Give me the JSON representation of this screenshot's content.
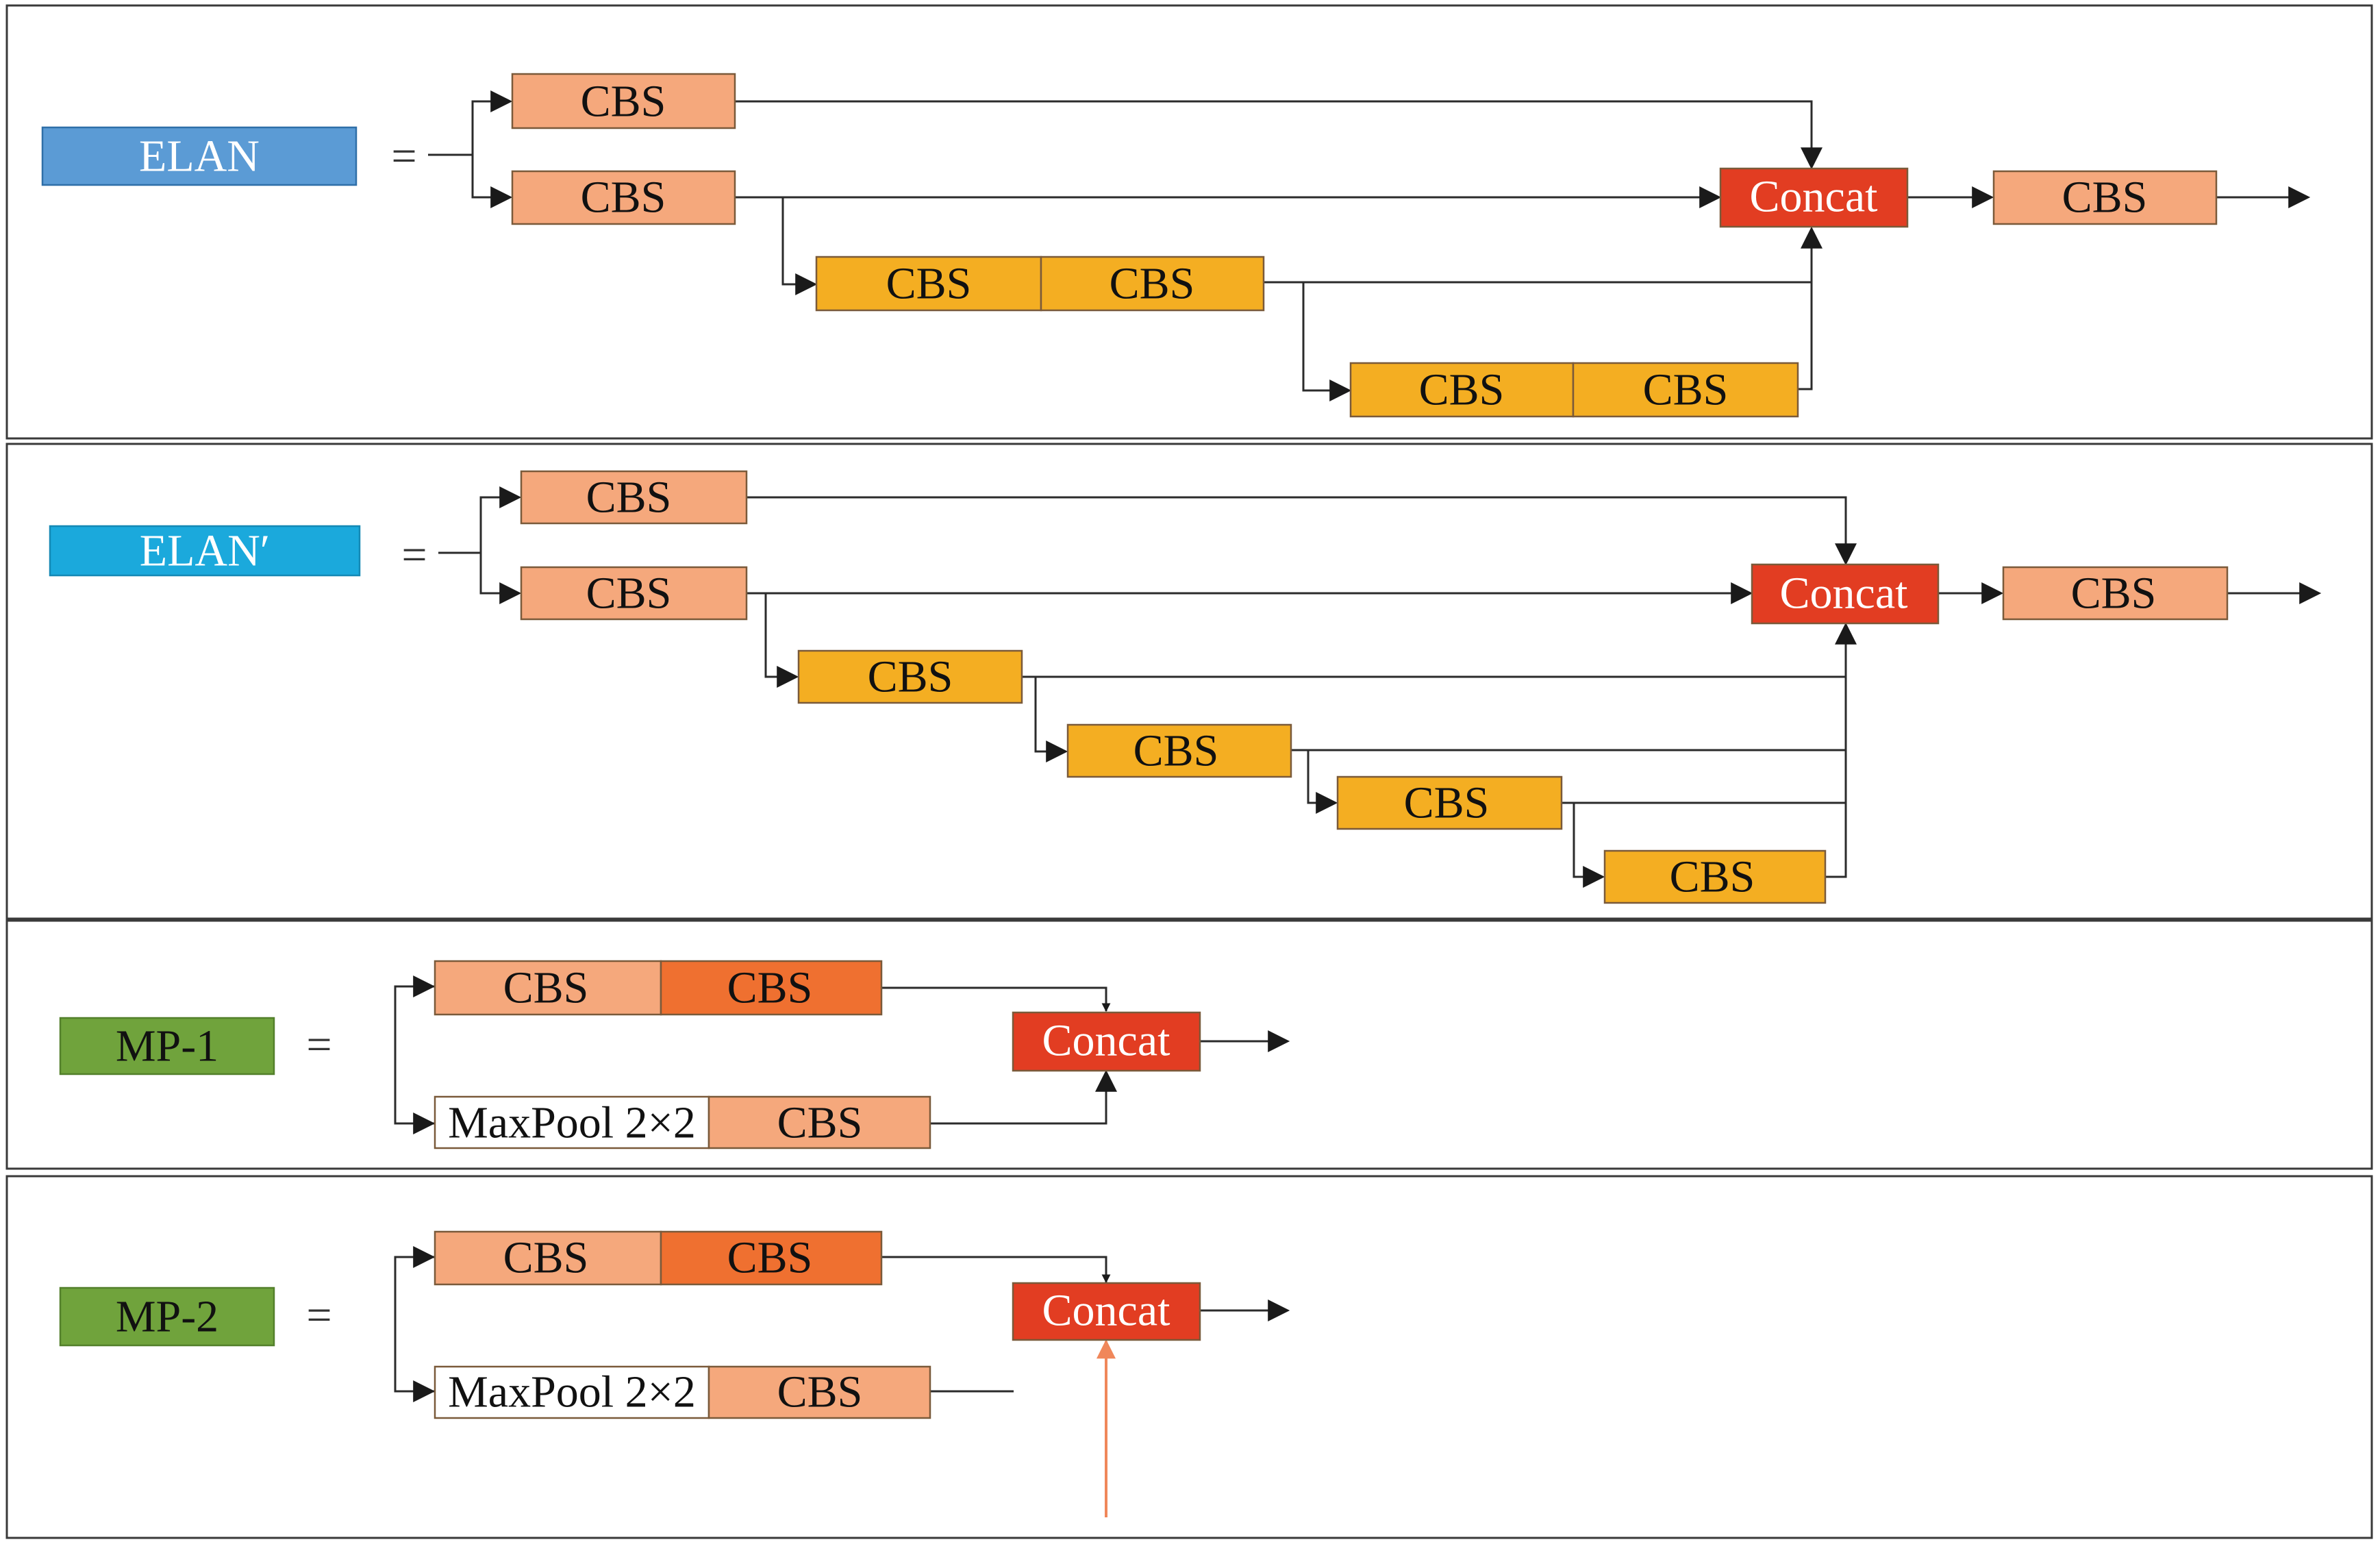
{
  "colors": {
    "elan_label": "#5b9bd5",
    "elan_prime_label": "#1ba9dc",
    "mp_label": "#70a33c",
    "cbs_salmon": "#f5a87c",
    "cbs_orange": "#f4ae22",
    "cbs_dark_orange": "#ef7030",
    "concat_red": "#e23d22",
    "maxpool_fill": "#ffffff",
    "accent_arrow": "#f0875a"
  },
  "legend": {
    "equals": "="
  },
  "elan": {
    "name": "ELAN",
    "blocks": {
      "cbs_top": "CBS",
      "cbs_mid": "CBS",
      "cbs_pair1_a": "CBS",
      "cbs_pair1_b": "CBS",
      "cbs_pair2_a": "CBS",
      "cbs_pair2_b": "CBS",
      "concat": "Concat",
      "cbs_out": "CBS"
    }
  },
  "elan_prime": {
    "name": "ELAN′",
    "blocks": {
      "cbs_top": "CBS",
      "cbs_mid": "CBS",
      "cbs_step1": "CBS",
      "cbs_step2": "CBS",
      "cbs_step3": "CBS",
      "cbs_step4": "CBS",
      "concat": "Concat",
      "cbs_out": "CBS"
    }
  },
  "mp1": {
    "name": "MP-1",
    "blocks": {
      "cbs_top_a": "CBS",
      "cbs_top_b": "CBS",
      "maxpool": "MaxPool 2×2",
      "cbs_bottom": "CBS",
      "concat": "Concat"
    }
  },
  "mp2": {
    "name": "MP-2",
    "blocks": {
      "cbs_top_a": "CBS",
      "cbs_top_b": "CBS",
      "maxpool": "MaxPool 2×2",
      "cbs_bottom": "CBS",
      "concat": "Concat"
    }
  }
}
